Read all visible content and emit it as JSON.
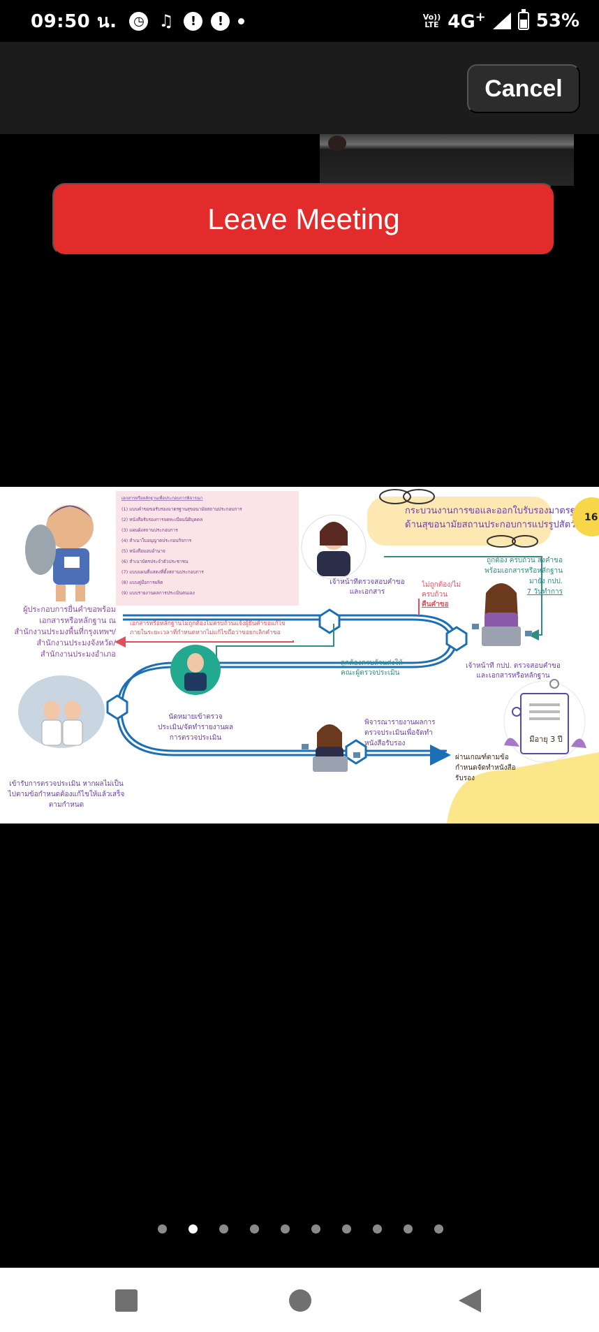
{
  "status_bar": {
    "time": "09:50 น.",
    "network": "4G",
    "network_plus": "+",
    "volte_line1": "Vo))",
    "volte_line2": "LTE",
    "battery": "53%",
    "battery_level": 0.53,
    "icons": [
      "speedometer-icon",
      "tiktok-icon",
      "alert-icon",
      "alert-icon",
      "notification-dot-icon"
    ]
  },
  "top_panel": {
    "cancel_label": "Cancel"
  },
  "leave_meeting_label": "Leave Meeting",
  "slide": {
    "title_line1": "กระบวนงานการขอและออกใบรับรองมาตรฐาน",
    "title_line2": "ด้านสุขอนามัยสถานประกอบการแปรรูปสัตว์น้ำ",
    "page_number": "16",
    "doc_list_title": "เอกสารหรือหลักฐานเพื่อประกอบการพิจารณา",
    "doc_list": [
      "(1) แบบคำขอขอรับรองมาตรฐานสุขอนามัยสถานประกอบการ",
      "(2) หนังสือรับรองการจดทะเบียนนิติบุคคล",
      "(3) แผนผังสถานประกอบการ",
      "(4) สำเนาใบอนุญาตประกอบกิจการ",
      "(5) หนังสือมอบอำนาจ",
      "(6) สำเนาบัตรประจำตัวประชาชน",
      "(7) แบบแผนที่แสดงที่ตั้งสถานประกอบการ",
      "(8) แบบคู่มือการผลิต",
      "(9) แบบรายงานผลการประเมินตนเอง"
    ],
    "applicant_label": "ผู้ประกอบการยื่นคำขอพร้อมเอกสารหรือหลักฐาน ณ สำนักงานประมงพื้นที่กรุงเทพฯ/สำนักงานประมงจังหวัด/สำนักงานประมงอำเภอ",
    "reviewer_label": "เจ้าหน้าที่ตรวจสอบคำขอและเอกสาร",
    "incorrect_label": "ไม่ถูกต้อง/ไม่ครบถ้วน",
    "return_label": "คืนคำขอ",
    "correct_label": "ถูกต้อง ครบถ้วน ส่งคำขอพร้อมเอกสารหรือหลักฐานมายัง กปป.",
    "days_label": "7 วันทำการ",
    "staff_label": "เจ้าหน้าที่ กปป. ตรวจสอบคำขอและเอกสารหรือหลักฐาน",
    "missing_docs_label": "เอกสารหรือหลักฐานไม่ถูกต้องไม่ครบถ้วนแจ้งผู้ยื่นคำขอแก้ไขภายในระยะเวลาที่กำหนดหากไม่แก้ไขถือว่าขอยกเลิกคำขอ",
    "forward_label": "ถูกต้องครบถ้วนส่งให้คณะผู้ตรวจประเมิน",
    "appointment_label": "นัดหมายเข้าตรวจประเมิน/จัดทำรายงานผลการตรวจประเมิน",
    "inspection_label": "เข้ารับการตรวจประเมิน หากผลไม่เป็นไปตามข้อกำหนดต้องแก้ไขให้แล้วเสร็จตามกำหนด",
    "consider_label": "พิจารณารายงานผลการตรวจประเมินเพื่อจัดทำหนังสือรับรอง",
    "pass_label": "ผ่านเกณฑ์ตามข้อกำหนดจัดทำหนังสือรับรอง",
    "validity_label": "มีอายุ 3 ปี"
  },
  "page_dots": {
    "count": 10,
    "active_index": 1
  },
  "nav_bar": {
    "icons": [
      "recents-icon",
      "home-icon",
      "back-icon"
    ]
  }
}
